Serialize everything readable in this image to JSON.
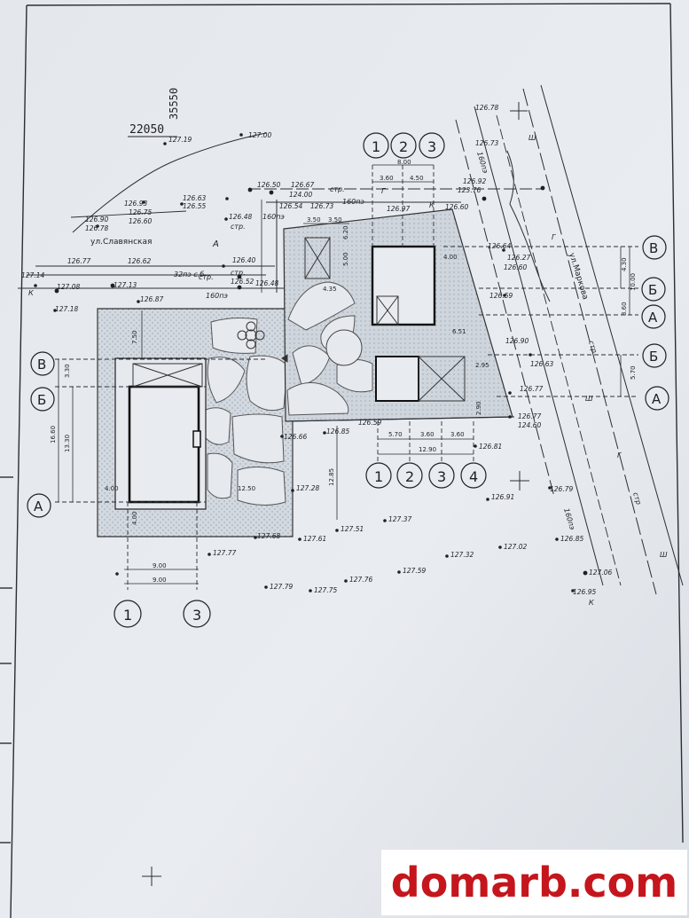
{
  "sheet": {
    "code_top": "35550",
    "code_left": "22050"
  },
  "streets": {
    "slavyanskaya": "ул.Славянская",
    "markova": "ул.Маркова"
  },
  "zone_label": "А",
  "axes": {
    "left_building": {
      "rows": [
        "В",
        "Б",
        "А"
      ],
      "cols": [
        "1",
        "3"
      ]
    },
    "right_top": {
      "cols": [
        "1",
        "2",
        "3"
      ]
    },
    "right_bottom": {
      "cols": [
        "1",
        "2",
        "3",
        "4"
      ]
    },
    "right_edge": {
      "rows": [
        "В",
        "Б",
        "А",
        "Б",
        "А"
      ]
    }
  },
  "dimensions": {
    "top_total": "8.00",
    "top_a": "3.60",
    "top_b": "4.50",
    "top_c": "3.50",
    "top_d": "3.50",
    "left_750": "7.50",
    "left_330": "3.30",
    "left_1660": "16.60",
    "left_1330": "13.30",
    "left_400": "4.00",
    "left_400b": "4.00",
    "bottom_900a": "9.00",
    "bottom_900b": "9.00",
    "mid_1250": "12.50",
    "mid_1285": "12.85",
    "mid_570": "5.70",
    "mid_360a": "3.60",
    "mid_360b": "3.60",
    "mid_1290": "12.90",
    "r_295": "2.95",
    "r_290": "2.90",
    "r_651": "6.51",
    "r_400": "4.00",
    "r_570": "5.70",
    "r_430": "4.30",
    "r_1000": "10.00",
    "r_360": "3.60",
    "r_500": "5.00",
    "r_620": "6.20",
    "r_435": "4.35"
  },
  "elevations": [
    "127.19",
    "127.00",
    "126.90",
    "126.78",
    "126.93",
    "126.75",
    "126.60",
    "126.63",
    "126.55",
    "126.50",
    "126.67",
    "124.00",
    "126.54",
    "126.73",
    "126.48",
    "126.40",
    "126.52",
    "126.48",
    "126.77",
    "126.62",
    "127.08",
    "127.13",
    "126.87",
    "127.18",
    "127.14",
    "126.92",
    "123.76",
    "126.97",
    "126.60",
    "126.78",
    "126.73",
    "126.64",
    "126.60",
    "126.59",
    "126.90",
    "126.63",
    "126.77",
    "126.59",
    "126.27",
    "126.77",
    "124.60",
    "126.66",
    "126.85",
    "126.81",
    "126.91",
    "126.79",
    "127.28",
    "127.37",
    "127.68",
    "127.61",
    "127.51",
    "127.77",
    "127.32",
    "127.02",
    "126.85",
    "127.06",
    "127.59",
    "127.76",
    "127.79",
    "127.75",
    "126.95"
  ],
  "networks": {
    "str1": "стр.",
    "str2": "стр.",
    "str3": "стр.",
    "str4": "стр.",
    "str5": "стр",
    "str6": "стр",
    "pipe1": "160пэ",
    "pipe2": "160пэ",
    "pipe3": "160пэ",
    "pipe4": "160пэ",
    "pipe5": "32пэ с.б",
    "pipe6": "160пэ",
    "k1": "К",
    "k2": "К",
    "k3": "К",
    "g1": "Г",
    "g2": "Г",
    "g3": "Г",
    "w1": "Ш",
    "w2": "Ш",
    "w3": "Ш"
  },
  "watermark": "domarb.com"
}
